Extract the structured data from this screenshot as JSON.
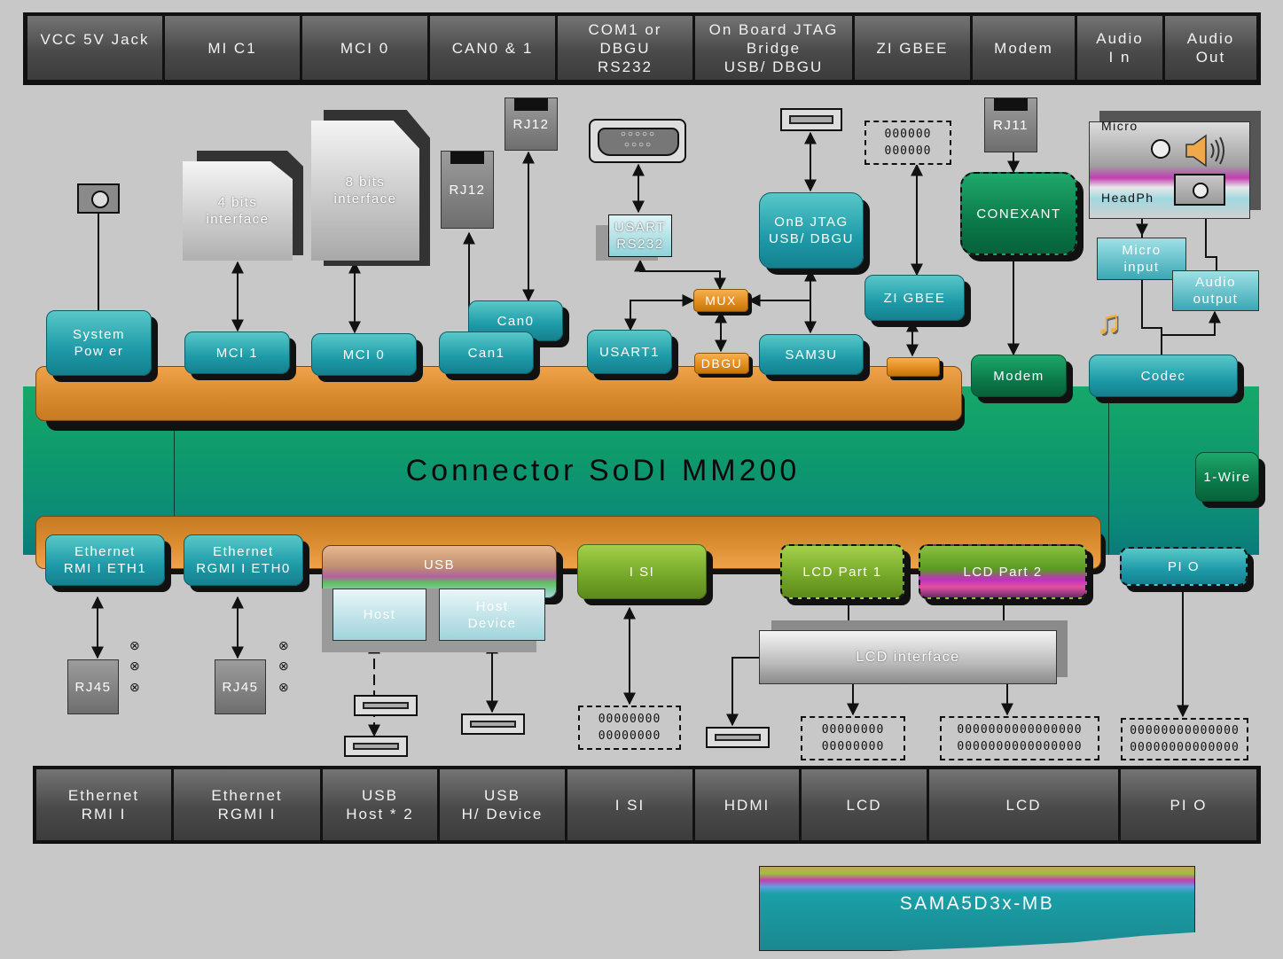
{
  "top_bar": [
    "VCC 5V Jack",
    "MI C1",
    "MCI 0",
    "CAN0 & 1",
    "COM1 or\nDBGU\nRS232",
    "On Board JTAG\nBridge\nUSB/ DBGU",
    "ZI GBEE",
    "Modem",
    "Audio\nI n",
    "Audio\nOut"
  ],
  "bottom_bar": [
    "Ethernet\nRMI I",
    "Ethernet\nRGMI I",
    "USB\nHost * 2",
    "USB\nH/ Device",
    "I SI",
    "HDMI",
    "LCD",
    "LCD",
    "PI O"
  ],
  "connector": "Connector SoDI MM200",
  "board_name": "SAMA5D3x-MB",
  "blocks": {
    "system_power": "System\nPow er",
    "mci1": "MCI 1",
    "mci0": "MCI 0",
    "can0": "Can0",
    "can1": "Can1",
    "usart1": "USART1",
    "mux": "MUX",
    "dbgu": "DBGU",
    "sam3u": "SAM3U",
    "onb_jtag": "OnB JTAG\nUSB/ DBGU",
    "zigbee": "ZI GBEE",
    "conexant": "CONEXANT",
    "modem": "Modem",
    "codec": "Codec",
    "micro_input": "Micro\ninput",
    "audio_output": "Audio\noutput",
    "one_wire": "1-Wire",
    "eth1": "Ethernet\nRMI I ETH1",
    "eth0": "Ethernet\nRGMI I ETH0",
    "usb": "USB",
    "host": "Host",
    "host_device": "Host\nDevice",
    "isi": "I SI",
    "lcd1": "LCD Part 1",
    "lcd2": "LCD Part 2",
    "pio": "PI O",
    "lcd_interface": "LCD interface"
  },
  "parts": {
    "sd4": "4 bits\ninterface",
    "sd8": "8 bits\ninterface",
    "rj12_a": "RJ12",
    "rj12_b": "RJ12",
    "rj11": "RJ11",
    "rj45_a": "RJ45",
    "rj45_b": "RJ45",
    "usart_rs232": "USART\nRS232",
    "micro_label": "Micro",
    "headph_label": "HeadPh",
    "zig_header": "000000\n000000",
    "isi_header": "00000000\n00000000",
    "lcd_header1": "00000000\n00000000",
    "lcd_header2": "0000000000000000\n0000000000000000",
    "pio_header": "00000000000000\n00000000000000"
  },
  "colors": {
    "teal": "#1e9aa8",
    "green": "#0b7a4a",
    "orange": "#e08a1c",
    "lime": "#74a628",
    "background": "#c8c8c8"
  }
}
